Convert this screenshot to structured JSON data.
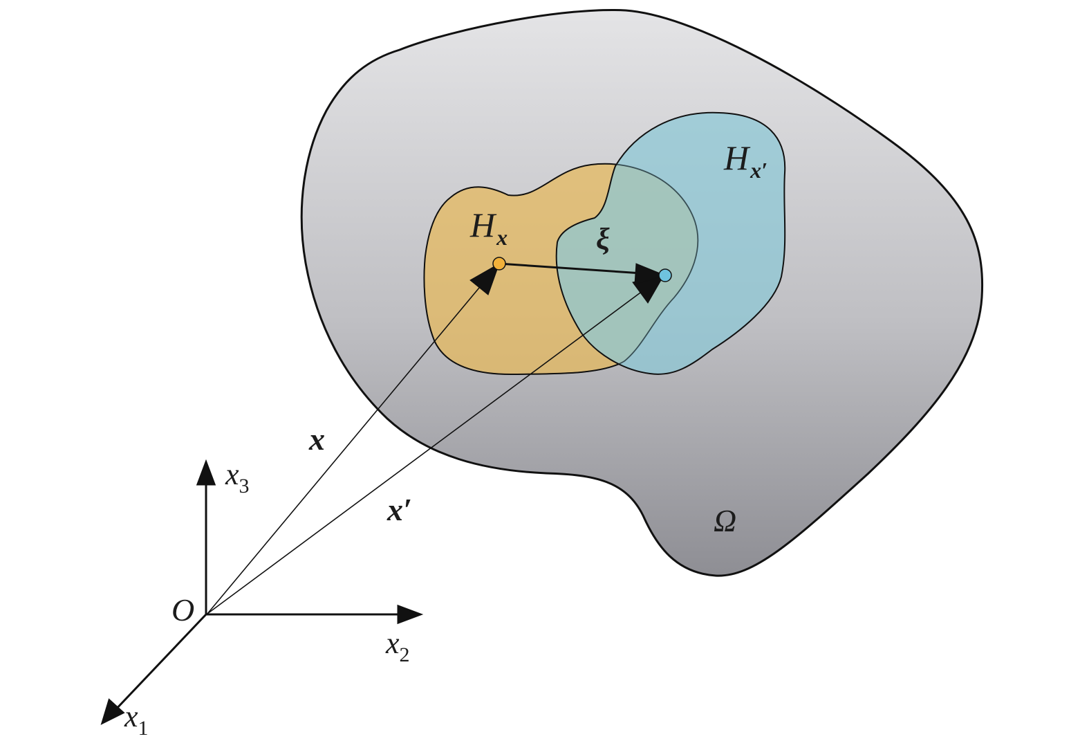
{
  "diagram": {
    "domain_label": {
      "text": "Ω"
    },
    "neighborhood_x": {
      "symbol": "H",
      "subscript": "x"
    },
    "neighborhood_x_prime": {
      "symbol": "H",
      "subscript": "x′"
    },
    "bond_label": {
      "text": "ξ"
    },
    "position_vector_x": {
      "text": "x"
    },
    "position_vector_x_prime": {
      "text": "x′"
    },
    "origin_label": {
      "text": "O"
    },
    "axes": {
      "x1": {
        "symbol": "x",
        "subscript": "1"
      },
      "x2": {
        "symbol": "x",
        "subscript": "2"
      },
      "x3": {
        "symbol": "x",
        "subscript": "3"
      }
    },
    "colors": {
      "domain_fill_top": "#e4e4e6",
      "domain_fill_bottom": "#8e8e94",
      "neighborhood_x_fill": "#e6b95a",
      "neighborhood_x_prime_fill": "#8cc7d6",
      "point_x": "#f2b13a",
      "point_x_prime": "#6fc3df",
      "stroke": "#111111"
    }
  }
}
